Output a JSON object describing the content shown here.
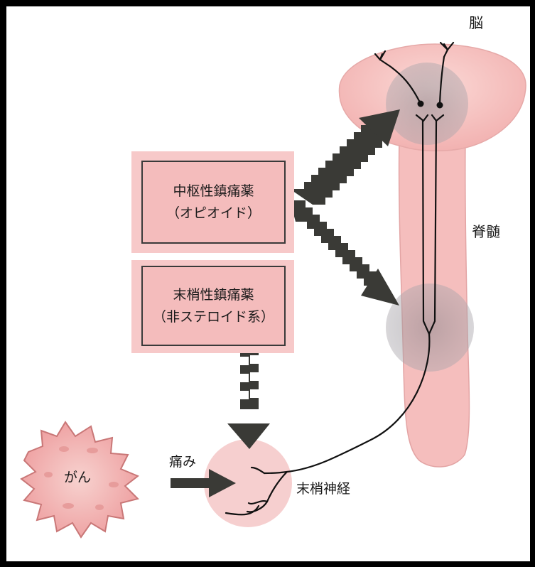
{
  "labels": {
    "brain": "脳",
    "spinal_cord": "脊髄",
    "peripheral_nerve": "末梢神経",
    "pain": "痛み",
    "cancer": "がん"
  },
  "boxes": {
    "central": {
      "line1": "中枢性鎮痛薬",
      "line2": "（オピオイド）"
    },
    "peripheral": {
      "line1": "末梢性鎮痛薬",
      "line2": "（非ステロイド系）"
    }
  },
  "colors": {
    "organ_pink": "#f6c3c3",
    "box_pink": "#f4bcbc",
    "zone_gray": "#9e9aa0",
    "arrow_dark": "#3a3a36"
  }
}
